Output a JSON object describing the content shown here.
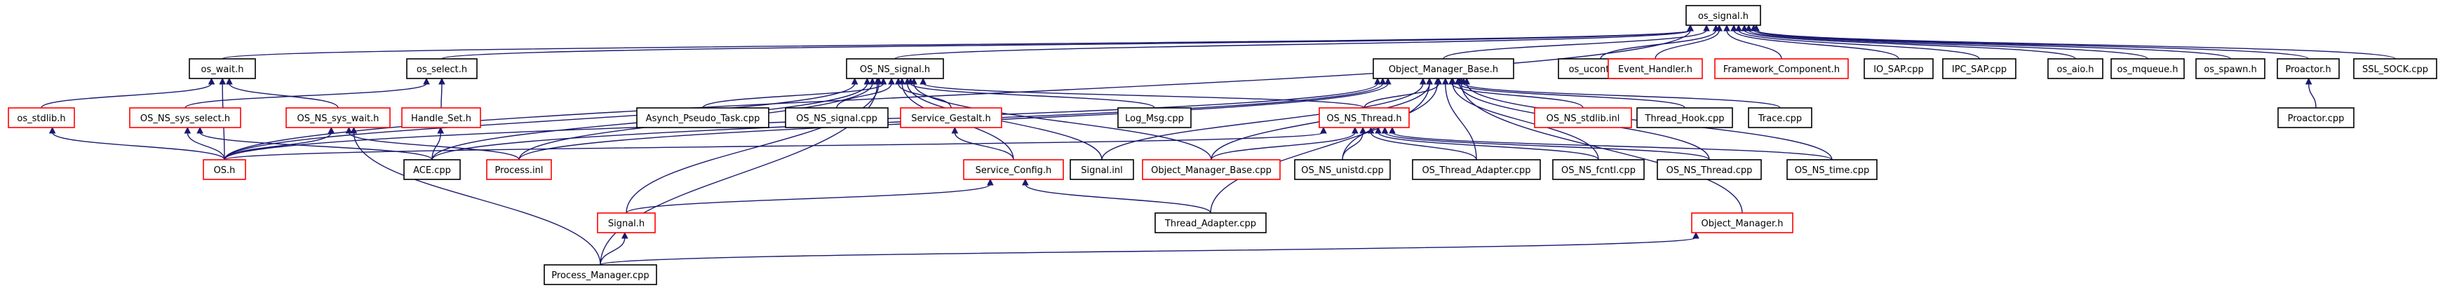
{
  "colors": {
    "edge": "#191970",
    "border_default": "#000000",
    "border_truncated": "#ff0000",
    "root_fill": "#bfbfbf",
    "node_fill": "#ffffff",
    "text": "#000000"
  },
  "nodes": [
    {
      "id": "os_signal_h",
      "label": "os_signal.h",
      "root": true
    },
    {
      "id": "os_wait_h",
      "label": "os_wait.h"
    },
    {
      "id": "os_select_h",
      "label": "os_select.h"
    },
    {
      "id": "OS_NS_signal_h",
      "label": "OS_NS_signal.h"
    },
    {
      "id": "Object_Manager_Base_h",
      "label": "Object_Manager_Base.h"
    },
    {
      "id": "os_ucontext_h",
      "label": "os_ucontext.h"
    },
    {
      "id": "Event_Handler_h",
      "label": "Event_Handler.h",
      "truncated": true
    },
    {
      "id": "Framework_Component_h",
      "label": "Framework_Component.h",
      "truncated": true
    },
    {
      "id": "IO_SAP_cpp",
      "label": "IO_SAP.cpp"
    },
    {
      "id": "IPC_SAP_cpp",
      "label": "IPC_SAP.cpp"
    },
    {
      "id": "os_aio_h",
      "label": "os_aio.h"
    },
    {
      "id": "os_mqueue_h",
      "label": "os_mqueue.h"
    },
    {
      "id": "os_spawn_h",
      "label": "os_spawn.h"
    },
    {
      "id": "Proactor_h",
      "label": "Proactor.h"
    },
    {
      "id": "SSL_SOCK_cpp",
      "label": "SSL_SOCK.cpp"
    },
    {
      "id": "os_stdlib_h",
      "label": "os_stdlib.h",
      "truncated": true
    },
    {
      "id": "OS_NS_sys_select_h",
      "label": "OS_NS_sys_select.h",
      "truncated": true
    },
    {
      "id": "OS_NS_sys_wait_h",
      "label": "OS_NS_sys_wait.h",
      "truncated": true
    },
    {
      "id": "Handle_Set_h",
      "label": "Handle_Set.h",
      "truncated": true
    },
    {
      "id": "Asynch_Pseudo_Task_cpp",
      "label": "Asynch_Pseudo_Task.cpp"
    },
    {
      "id": "OS_NS_signal_cpp",
      "label": "OS_NS_signal.cpp"
    },
    {
      "id": "Service_Gestalt_h",
      "label": "Service_Gestalt.h",
      "truncated": true
    },
    {
      "id": "Log_Msg_cpp",
      "label": "Log_Msg.cpp"
    },
    {
      "id": "OS_NS_Thread_h",
      "label": "OS_NS_Thread.h",
      "truncated": true
    },
    {
      "id": "OS_NS_stdlib_inl",
      "label": "OS_NS_stdlib.inl",
      "truncated": true
    },
    {
      "id": "Thread_Hook_cpp",
      "label": "Thread_Hook.cpp"
    },
    {
      "id": "Trace_cpp",
      "label": "Trace.cpp"
    },
    {
      "id": "Proactor_cpp",
      "label": "Proactor.cpp"
    },
    {
      "id": "OS_h",
      "label": "OS.h",
      "truncated": true
    },
    {
      "id": "ACE_cpp",
      "label": "ACE.cpp"
    },
    {
      "id": "Process_inl",
      "label": "Process.inl",
      "truncated": true
    },
    {
      "id": "Service_Config_h",
      "label": "Service_Config.h",
      "truncated": true
    },
    {
      "id": "Signal_inl",
      "label": "Signal.inl"
    },
    {
      "id": "Object_Manager_Base_cpp",
      "label": "Object_Manager_Base.cpp",
      "truncated": true
    },
    {
      "id": "OS_NS_unistd_cpp",
      "label": "OS_NS_unistd.cpp"
    },
    {
      "id": "OS_Thread_Adapter_cpp",
      "label": "OS_Thread_Adapter.cpp"
    },
    {
      "id": "OS_NS_fcntl_cpp",
      "label": "OS_NS_fcntl.cpp"
    },
    {
      "id": "OS_NS_Thread_cpp",
      "label": "OS_NS_Thread.cpp"
    },
    {
      "id": "OS_NS_time_cpp",
      "label": "OS_NS_time.cpp"
    },
    {
      "id": "Signal_h",
      "label": "Signal.h",
      "truncated": true
    },
    {
      "id": "Thread_Adapter_cpp",
      "label": "Thread_Adapter.cpp"
    },
    {
      "id": "Object_Manager_h",
      "label": "Object_Manager.h",
      "truncated": true
    },
    {
      "id": "Process_Manager_cpp",
      "label": "Process_Manager.cpp"
    }
  ],
  "edges": [
    [
      "os_signal_h",
      "os_wait_h"
    ],
    [
      "os_signal_h",
      "os_select_h"
    ],
    [
      "os_signal_h",
      "OS_NS_signal_h"
    ],
    [
      "os_signal_h",
      "Object_Manager_Base_h"
    ],
    [
      "os_signal_h",
      "os_ucontext_h"
    ],
    [
      "os_signal_h",
      "Event_Handler_h"
    ],
    [
      "os_signal_h",
      "Framework_Component_h"
    ],
    [
      "os_signal_h",
      "IO_SAP_cpp"
    ],
    [
      "os_signal_h",
      "IPC_SAP_cpp"
    ],
    [
      "os_signal_h",
      "os_aio_h"
    ],
    [
      "os_signal_h",
      "os_mqueue_h"
    ],
    [
      "os_signal_h",
      "os_spawn_h"
    ],
    [
      "os_signal_h",
      "Proactor_h"
    ],
    [
      "os_signal_h",
      "SSL_SOCK_cpp"
    ],
    [
      "os_signal_h",
      "OS_h"
    ],
    [
      "os_wait_h",
      "os_stdlib_h"
    ],
    [
      "os_wait_h",
      "OS_NS_sys_wait_h"
    ],
    [
      "os_wait_h",
      "OS_h"
    ],
    [
      "os_select_h",
      "OS_NS_sys_select_h"
    ],
    [
      "os_select_h",
      "Handle_Set_h"
    ],
    [
      "OS_NS_signal_h",
      "Asynch_Pseudo_Task_cpp"
    ],
    [
      "OS_NS_signal_h",
      "OS_NS_signal_cpp"
    ],
    [
      "OS_NS_signal_h",
      "Service_Gestalt_h"
    ],
    [
      "OS_NS_signal_h",
      "Log_Msg_cpp"
    ],
    [
      "OS_NS_signal_h",
      "OS_NS_Thread_h"
    ],
    [
      "OS_NS_signal_h",
      "OS_h"
    ],
    [
      "OS_NS_signal_h",
      "ACE_cpp"
    ],
    [
      "OS_NS_signal_h",
      "Process_inl"
    ],
    [
      "OS_NS_signal_h",
      "Service_Config_h"
    ],
    [
      "OS_NS_signal_h",
      "Signal_inl"
    ],
    [
      "OS_NS_signal_h",
      "Object_Manager_Base_cpp"
    ],
    [
      "OS_NS_signal_h",
      "Signal_h"
    ],
    [
      "OS_NS_signal_h",
      "Process_Manager_cpp"
    ],
    [
      "Object_Manager_Base_h",
      "OS_NS_Thread_h"
    ],
    [
      "Object_Manager_Base_h",
      "OS_NS_stdlib_inl"
    ],
    [
      "Object_Manager_Base_h",
      "Thread_Hook_cpp"
    ],
    [
      "Object_Manager_Base_h",
      "Trace_cpp"
    ],
    [
      "Object_Manager_Base_h",
      "OS_h"
    ],
    [
      "Object_Manager_Base_h",
      "ACE_cpp"
    ],
    [
      "Object_Manager_Base_h",
      "Process_inl"
    ],
    [
      "Object_Manager_Base_h",
      "Signal_inl"
    ],
    [
      "Object_Manager_Base_h",
      "Object_Manager_Base_cpp"
    ],
    [
      "Object_Manager_Base_h",
      "OS_NS_unistd_cpp"
    ],
    [
      "Object_Manager_Base_h",
      "OS_Thread_Adapter_cpp"
    ],
    [
      "Object_Manager_Base_h",
      "OS_NS_fcntl_cpp"
    ],
    [
      "Object_Manager_Base_h",
      "OS_NS_Thread_cpp"
    ],
    [
      "Object_Manager_Base_h",
      "OS_NS_time_cpp"
    ],
    [
      "Object_Manager_Base_h",
      "Thread_Adapter_cpp"
    ],
    [
      "Object_Manager_Base_h",
      "Object_Manager_h"
    ],
    [
      "Proactor_h",
      "Proactor_cpp"
    ],
    [
      "os_stdlib_h",
      "OS_h"
    ],
    [
      "OS_NS_sys_select_h",
      "OS_h"
    ],
    [
      "OS_NS_sys_select_h",
      "ACE_cpp"
    ],
    [
      "OS_NS_sys_wait_h",
      "OS_h"
    ],
    [
      "OS_NS_sys_wait_h",
      "Process_inl"
    ],
    [
      "OS_NS_sys_wait_h",
      "Process_Manager_cpp"
    ],
    [
      "Handle_Set_h",
      "ACE_cpp"
    ],
    [
      "Service_Gestalt_h",
      "Service_Config_h"
    ],
    [
      "OS_NS_Thread_h",
      "OS_h"
    ],
    [
      "OS_NS_Thread_h",
      "Object_Manager_Base_cpp"
    ],
    [
      "OS_NS_Thread_h",
      "OS_NS_unistd_cpp"
    ],
    [
      "OS_NS_Thread_h",
      "OS_Thread_Adapter_cpp"
    ],
    [
      "OS_NS_Thread_h",
      "OS_NS_fcntl_cpp"
    ],
    [
      "OS_NS_Thread_h",
      "OS_NS_Thread_cpp"
    ],
    [
      "OS_NS_Thread_h",
      "OS_NS_time_cpp"
    ],
    [
      "Service_Config_h",
      "Signal_h"
    ],
    [
      "Service_Config_h",
      "Thread_Adapter_cpp"
    ],
    [
      "Signal_h",
      "Process_Manager_cpp"
    ],
    [
      "Object_Manager_h",
      "Process_Manager_cpp"
    ]
  ]
}
